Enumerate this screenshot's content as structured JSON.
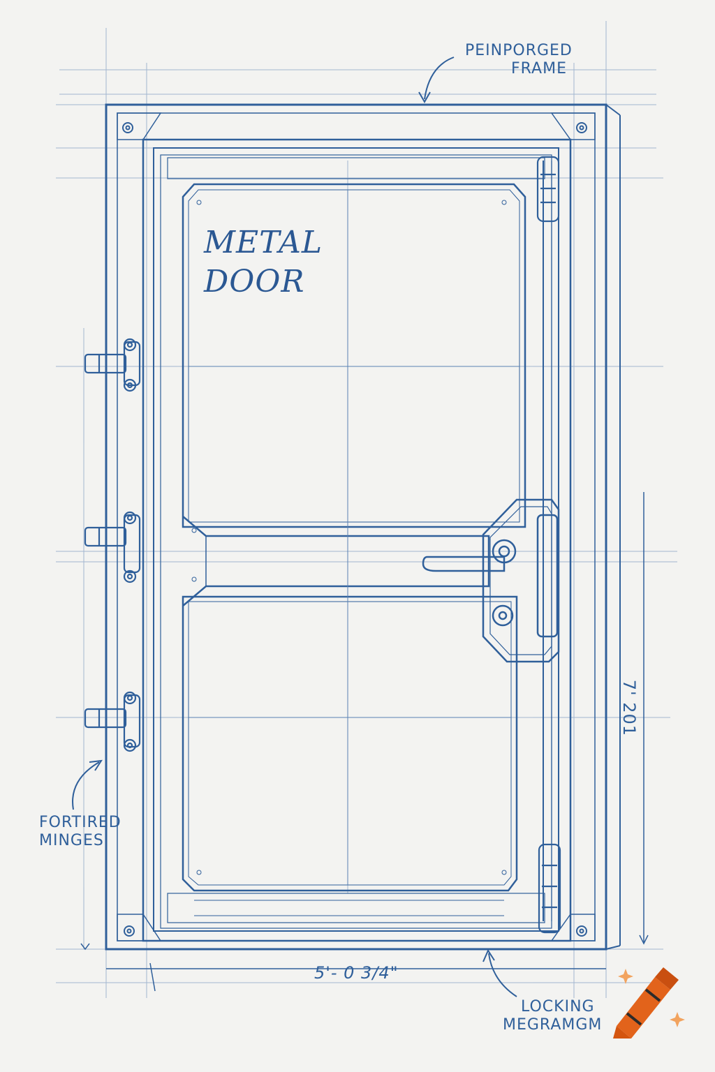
{
  "title": {
    "line1": "METAL",
    "line2": "DOOR"
  },
  "labels": {
    "frame_line1": "PEINPORGED",
    "frame_line2": "FRAME",
    "hinges_line1": "FORTIRED",
    "hinges_line2": "MINGES",
    "lock_line1": "LOCKING",
    "lock_line2": "MEGRAMGM",
    "width_dim": "5'- 0 3/4\"",
    "height_dim": "7' 201"
  },
  "colors": {
    "ink": "#2f5f9a",
    "paper": "#f3f3f1",
    "watermark": "#e2631b"
  },
  "icons": {
    "watermark": "crayon-logo-icon"
  }
}
